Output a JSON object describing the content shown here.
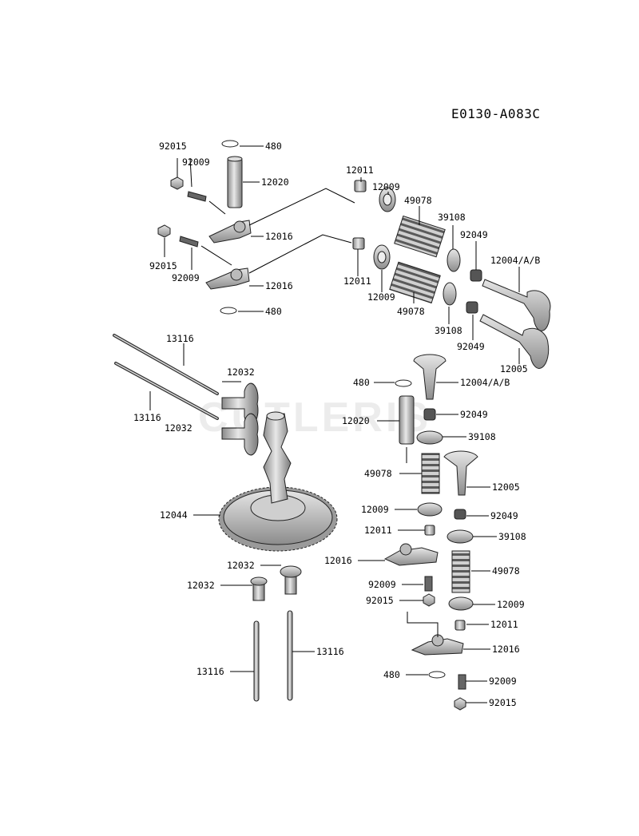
{
  "diagram": {
    "code": "E0130-A083C",
    "watermark": "CUTLERIS",
    "callouts": [
      {
        "id": "c01",
        "text": "92015"
      },
      {
        "id": "c02",
        "text": "480"
      },
      {
        "id": "c03",
        "text": "92009"
      },
      {
        "id": "c04",
        "text": "12020"
      },
      {
        "id": "c05",
        "text": "12011"
      },
      {
        "id": "c06",
        "text": "12009"
      },
      {
        "id": "c07",
        "text": "49078"
      },
      {
        "id": "c08",
        "text": "39108"
      },
      {
        "id": "c09",
        "text": "92049"
      },
      {
        "id": "c10",
        "text": "12004/A/B"
      },
      {
        "id": "c11",
        "text": "12016"
      },
      {
        "id": "c12",
        "text": "12016"
      },
      {
        "id": "c13",
        "text": "92015"
      },
      {
        "id": "c14",
        "text": "92009"
      },
      {
        "id": "c15",
        "text": "12011"
      },
      {
        "id": "c16",
        "text": "12009"
      },
      {
        "id": "c17",
        "text": "49078"
      },
      {
        "id": "c18",
        "text": "39108"
      },
      {
        "id": "c19",
        "text": "92049"
      },
      {
        "id": "c20",
        "text": "12005"
      },
      {
        "id": "c21",
        "text": "480"
      },
      {
        "id": "c22",
        "text": "13116"
      },
      {
        "id": "c23",
        "text": "12032"
      },
      {
        "id": "c24",
        "text": "13116"
      },
      {
        "id": "c25",
        "text": "12032"
      },
      {
        "id": "c26",
        "text": "480"
      },
      {
        "id": "c27",
        "text": "12004/A/B"
      },
      {
        "id": "c28",
        "text": "92049"
      },
      {
        "id": "c29",
        "text": "12020"
      },
      {
        "id": "c30",
        "text": "39108"
      },
      {
        "id": "c31",
        "text": "49078"
      },
      {
        "id": "c32",
        "text": "12005"
      },
      {
        "id": "c33",
        "text": "12044"
      },
      {
        "id": "c34",
        "text": "12009"
      },
      {
        "id": "c35",
        "text": "92049"
      },
      {
        "id": "c36",
        "text": "12011"
      },
      {
        "id": "c37",
        "text": "39108"
      },
      {
        "id": "c38",
        "text": "12016"
      },
      {
        "id": "c39",
        "text": "49078"
      },
      {
        "id": "c40",
        "text": "12032"
      },
      {
        "id": "c41",
        "text": "12032"
      },
      {
        "id": "c42",
        "text": "92009"
      },
      {
        "id": "c43",
        "text": "92015"
      },
      {
        "id": "c44",
        "text": "12009"
      },
      {
        "id": "c45",
        "text": "12011"
      },
      {
        "id": "c46",
        "text": "12016"
      },
      {
        "id": "c47",
        "text": "13116"
      },
      {
        "id": "c48",
        "text": "13116"
      },
      {
        "id": "c49",
        "text": "480"
      },
      {
        "id": "c50",
        "text": "92009"
      },
      {
        "id": "c51",
        "text": "92015"
      }
    ]
  }
}
